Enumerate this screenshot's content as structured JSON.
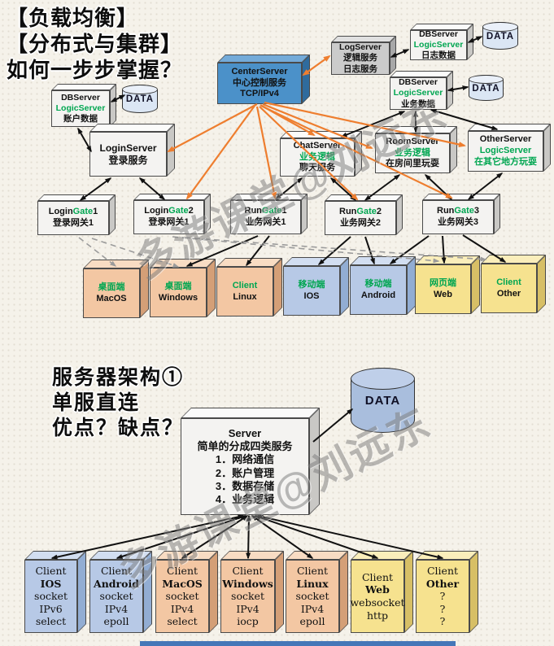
{
  "header": {
    "lines": [
      "【负载均衡】",
      "【分布式与集群】",
      "如何一步步掌握？"
    ]
  },
  "section2_header": {
    "lines": [
      "服务器架构①",
      "单服直连",
      "优点？缺点？"
    ]
  },
  "watermark": {
    "text": "多游课堂@刘远东"
  },
  "colors": {
    "green": "#00a651",
    "orange": "#ee7e2f",
    "center_blue": "#4b91c9",
    "peach": "#f3c7a3",
    "client_blue": "#b7c9e6",
    "client_yellow": "#f6e28f",
    "bar_blue": "#4577b8"
  },
  "nodes": [
    {
      "id": "db_account",
      "lines": [
        {
          "t": "DBServer",
          "c": "k",
          "b": 1
        },
        {
          "t": "LogicServer",
          "c": "g",
          "b": 1
        },
        {
          "t": "账户数据",
          "c": "k",
          "b": 1
        }
      ]
    },
    {
      "id": "log_server",
      "lines": [
        {
          "t": "LogServer",
          "c": "k",
          "b": 1
        },
        {
          "t": "逻辑服务",
          "c": "k",
          "b": 1
        },
        {
          "t": "日志服务",
          "c": "k",
          "b": 1
        }
      ]
    },
    {
      "id": "db_log",
      "lines": [
        {
          "t": "DBServer",
          "c": "k",
          "b": 1
        },
        {
          "t": "LogicServer",
          "c": "g",
          "b": 1
        },
        {
          "t": "日志数据",
          "c": "k",
          "b": 1
        }
      ]
    },
    {
      "id": "db_biz",
      "lines": [
        {
          "t": "DBServer",
          "c": "k",
          "b": 1
        },
        {
          "t": "LogicServer",
          "c": "g",
          "b": 1
        },
        {
          "t": "业务数据",
          "c": "k",
          "b": 1
        }
      ]
    },
    {
      "id": "center_server",
      "lines": [
        {
          "t": "CenterServer",
          "c": "k",
          "b": 1
        },
        {
          "t": "中心控制服务",
          "c": "k",
          "b": 1
        },
        {
          "t": "TCP/IPv4",
          "c": "k",
          "b": 1
        }
      ]
    },
    {
      "id": "login_server",
      "lines": [
        {
          "t": "LoginServer",
          "c": "k",
          "b": 1
        },
        {
          "t": "登录服务",
          "c": "k",
          "b": 1
        }
      ]
    },
    {
      "id": "chat_server",
      "lines": [
        {
          "t": "ChatServer",
          "c": "k",
          "b": 1
        },
        {
          "t": "业务逻辑",
          "c": "g",
          "b": 1
        },
        {
          "t": "聊天服务",
          "c": "k",
          "b": 1
        }
      ]
    },
    {
      "id": "room_server",
      "lines": [
        {
          "t": "RoomServer",
          "c": "k",
          "b": 1
        },
        {
          "t": "业务逻辑",
          "c": "g",
          "b": 1
        },
        {
          "t": "在房间里玩耍",
          "c": "k",
          "b": 1
        }
      ]
    },
    {
      "id": "other_server",
      "lines": [
        {
          "t": "OtherServer",
          "c": "k",
          "b": 1
        },
        {
          "t": "LogicServer",
          "c": "g",
          "b": 1
        },
        {
          "t": "在其它地方玩耍",
          "c": "g",
          "b": 1
        }
      ]
    },
    {
      "id": "login_gate1",
      "lines": [
        {
          "segs": [
            {
              "t": "Login",
              "c": "k"
            },
            {
              "t": "Gate",
              "c": "g"
            },
            {
              "t": "1",
              "c": "k"
            }
          ],
          "b": 1
        },
        {
          "t": "登录网关1",
          "c": "k",
          "b": 1
        }
      ]
    },
    {
      "id": "login_gate2",
      "lines": [
        {
          "segs": [
            {
              "t": "Login",
              "c": "k"
            },
            {
              "t": "Gate",
              "c": "g"
            },
            {
              "t": "2",
              "c": "k"
            }
          ],
          "b": 1
        },
        {
          "t": "登录网关1",
          "c": "k",
          "b": 1
        }
      ]
    },
    {
      "id": "run_gate1",
      "lines": [
        {
          "segs": [
            {
              "t": "Run",
              "c": "k"
            },
            {
              "t": "Gate",
              "c": "g"
            },
            {
              "t": "1",
              "c": "k"
            }
          ],
          "b": 1
        },
        {
          "t": "业务网关1",
          "c": "k",
          "b": 1
        }
      ]
    },
    {
      "id": "run_gate2",
      "lines": [
        {
          "segs": [
            {
              "t": "Run",
              "c": "k"
            },
            {
              "t": "Gate",
              "c": "g"
            },
            {
              "t": "2",
              "c": "k"
            }
          ],
          "b": 1
        },
        {
          "t": "业务网关2",
          "c": "k",
          "b": 1
        }
      ]
    },
    {
      "id": "run_gate3",
      "lines": [
        {
          "segs": [
            {
              "t": "Run",
              "c": "k"
            },
            {
              "t": "Gate",
              "c": "g"
            },
            {
              "t": "3",
              "c": "k"
            }
          ],
          "b": 1
        },
        {
          "t": "业务网关3",
          "c": "k",
          "b": 1
        }
      ]
    },
    {
      "id": "c_macos",
      "lines": [
        {
          "t": "桌面端",
          "c": "g",
          "b": 1
        },
        {
          "t": "MacOS",
          "c": "k",
          "b": 1
        }
      ]
    },
    {
      "id": "c_windows",
      "lines": [
        {
          "t": "桌面端",
          "c": "g",
          "b": 1
        },
        {
          "t": "Windows",
          "c": "k",
          "b": 1
        }
      ]
    },
    {
      "id": "c_linux",
      "lines": [
        {
          "t": "Client",
          "c": "g",
          "b": 1
        },
        {
          "t": "Linux",
          "c": "k",
          "b": 1
        }
      ]
    },
    {
      "id": "c_ios",
      "lines": [
        {
          "t": "移动端",
          "c": "g",
          "b": 1
        },
        {
          "t": "IOS",
          "c": "k",
          "b": 1
        }
      ]
    },
    {
      "id": "c_android",
      "lines": [
        {
          "t": "移动端",
          "c": "g",
          "b": 1
        },
        {
          "t": "Android",
          "c": "k",
          "b": 1
        }
      ]
    },
    {
      "id": "c_web",
      "lines": [
        {
          "t": "网页端",
          "c": "g",
          "b": 1
        },
        {
          "t": "Web",
          "c": "k",
          "b": 1
        }
      ]
    },
    {
      "id": "c_other",
      "lines": [
        {
          "t": "Client",
          "c": "g",
          "b": 1
        },
        {
          "t": "Other",
          "c": "k",
          "b": 1
        }
      ]
    },
    {
      "id": "server_main",
      "lines": [
        {
          "t": "Server",
          "c": "k",
          "b": 1
        },
        {
          "t": "简单的分成四类服务",
          "c": "k",
          "b": 1
        },
        {
          "t": "1．网络通信",
          "c": "k",
          "b": 1
        },
        {
          "t": "2．账户管理",
          "c": "k",
          "b": 1
        },
        {
          "t": "3．数据存储",
          "c": "k",
          "b": 1
        },
        {
          "t": "4．业务逻辑",
          "c": "k",
          "b": 1
        }
      ]
    },
    {
      "id": "b_ios",
      "lines": [
        {
          "t": "Client",
          "c": "k"
        },
        {
          "t": "IOS",
          "c": "k",
          "b": 1
        },
        {
          "t": "socket",
          "c": "k"
        },
        {
          "t": "IPv6",
          "c": "k"
        },
        {
          "t": "select",
          "c": "k"
        }
      ]
    },
    {
      "id": "b_android",
      "lines": [
        {
          "t": "Client",
          "c": "k"
        },
        {
          "t": "Android",
          "c": "k",
          "b": 1
        },
        {
          "t": "socket",
          "c": "k"
        },
        {
          "t": "IPv4",
          "c": "k"
        },
        {
          "t": "epoll",
          "c": "k"
        }
      ]
    },
    {
      "id": "b_macos",
      "lines": [
        {
          "t": "Client",
          "c": "k"
        },
        {
          "t": "MacOS",
          "c": "k",
          "b": 1
        },
        {
          "t": "socket",
          "c": "k"
        },
        {
          "t": "IPv4",
          "c": "k"
        },
        {
          "t": "select",
          "c": "k"
        }
      ]
    },
    {
      "id": "b_windows",
      "lines": [
        {
          "t": "Client",
          "c": "k"
        },
        {
          "t": "Windows",
          "c": "k",
          "b": 1
        },
        {
          "t": "socket",
          "c": "k"
        },
        {
          "t": "IPv4",
          "c": "k"
        },
        {
          "t": "iocp",
          "c": "k"
        }
      ]
    },
    {
      "id": "b_linux",
      "lines": [
        {
          "t": "Client",
          "c": "k"
        },
        {
          "t": "Linux",
          "c": "k",
          "b": 1
        },
        {
          "t": "socket",
          "c": "k"
        },
        {
          "t": "IPv4",
          "c": "k"
        },
        {
          "t": "epoll",
          "c": "k"
        }
      ]
    },
    {
      "id": "b_web",
      "lines": [
        {
          "t": "Client",
          "c": "k"
        },
        {
          "t": "Web",
          "c": "k",
          "b": 1
        },
        {
          "t": "websocket",
          "c": "k"
        },
        {
          "t": "http",
          "c": "k"
        }
      ]
    },
    {
      "id": "b_other",
      "lines": [
        {
          "t": "Client",
          "c": "k"
        },
        {
          "t": "Other",
          "c": "k",
          "b": 1
        },
        {
          "t": "?",
          "c": "k"
        },
        {
          "t": "?",
          "c": "k"
        },
        {
          "t": "?",
          "c": "k"
        }
      ]
    }
  ],
  "cylinders": [
    {
      "id": "data_account",
      "label": "DATA"
    },
    {
      "id": "data_log",
      "label": "DATA"
    },
    {
      "id": "data_biz",
      "label": "DATA"
    },
    {
      "id": "data_main",
      "label": "DATA"
    }
  ],
  "connections": [
    {
      "from": "db_account",
      "to": "data_account",
      "style": "black-double"
    },
    {
      "from": "db_account",
      "to": "login_server",
      "style": "black-double"
    },
    {
      "from": "login_server",
      "to": "login_gate1",
      "style": "black-double"
    },
    {
      "from": "login_server",
      "to": "login_gate2",
      "style": "black-double"
    },
    {
      "from": "log_server",
      "to": "db_log",
      "style": "black-double"
    },
    {
      "from": "db_log",
      "to": "data_log",
      "style": "black-double"
    },
    {
      "from": "db_biz",
      "to": "data_biz",
      "style": "black-double"
    },
    {
      "from": "db_biz",
      "to": "chat_server",
      "style": "black-double"
    },
    {
      "from": "db_biz",
      "to": "room_server",
      "style": "black-double"
    },
    {
      "from": "db_biz",
      "to": "other_server",
      "style": "black-double"
    },
    {
      "from": "chat_server",
      "to": "run_gate1",
      "style": "black-double"
    },
    {
      "from": "chat_server",
      "to": "run_gate2",
      "style": "black-double"
    },
    {
      "from": "room_server",
      "to": "run_gate2",
      "style": "black-double"
    },
    {
      "from": "room_server",
      "to": "run_gate3",
      "style": "black-double"
    },
    {
      "from": "other_server",
      "to": "run_gate3",
      "style": "black-double"
    },
    {
      "from": "run_gate1",
      "to": "c_windows",
      "style": "black-single"
    },
    {
      "from": "run_gate1",
      "to": "c_linux",
      "style": "black-single"
    },
    {
      "from": "run_gate2",
      "to": "c_ios",
      "style": "black-single"
    },
    {
      "from": "run_gate2",
      "to": "c_android",
      "style": "black-single"
    },
    {
      "from": "run_gate3",
      "to": "c_android",
      "style": "black-single"
    },
    {
      "from": "run_gate3",
      "to": "c_web",
      "style": "black-single"
    },
    {
      "from": "run_gate3",
      "to": "c_other",
      "style": "black-single"
    },
    {
      "from": "center_server",
      "to": "login_server",
      "style": "orange-single"
    },
    {
      "from": "center_server",
      "to": "login_gate2",
      "style": "orange-single"
    },
    {
      "from": "center_server",
      "to": "run_gate1",
      "style": "orange-single"
    },
    {
      "from": "center_server",
      "to": "run_gate2",
      "style": "orange-single"
    },
    {
      "from": "center_server",
      "to": "run_gate3",
      "style": "orange-single"
    },
    {
      "from": "center_server",
      "to": "chat_server",
      "style": "orange-single"
    },
    {
      "from": "center_server",
      "to": "room_server",
      "style": "orange-single"
    },
    {
      "from": "center_server",
      "to": "other_server",
      "style": "orange-single"
    },
    {
      "from": "center_server",
      "to": "log_server",
      "style": "orange-double"
    },
    {
      "from": "login_gate1",
      "to": "c_macos",
      "style": "gray-dashed"
    },
    {
      "from": "login_gate1",
      "to": "c_windows",
      "style": "gray-dashed"
    },
    {
      "from": "login_gate2",
      "to": "c_web",
      "style": "gray-dashed"
    },
    {
      "from": "login_gate2",
      "to": "c_other",
      "style": "gray-dashed"
    },
    {
      "from": "server_main",
      "to": "data_main",
      "style": "black-single"
    },
    {
      "from": "server_main",
      "to": "b_ios",
      "style": "black-double"
    },
    {
      "from": "server_main",
      "to": "b_android",
      "style": "black-double"
    },
    {
      "from": "server_main",
      "to": "b_macos",
      "style": "black-double"
    },
    {
      "from": "server_main",
      "to": "b_windows",
      "style": "black-double"
    },
    {
      "from": "server_main",
      "to": "b_linux",
      "style": "black-double"
    },
    {
      "from": "server_main",
      "to": "b_web",
      "style": "black-double"
    },
    {
      "from": "server_main",
      "to": "b_other",
      "style": "black-double"
    }
  ]
}
